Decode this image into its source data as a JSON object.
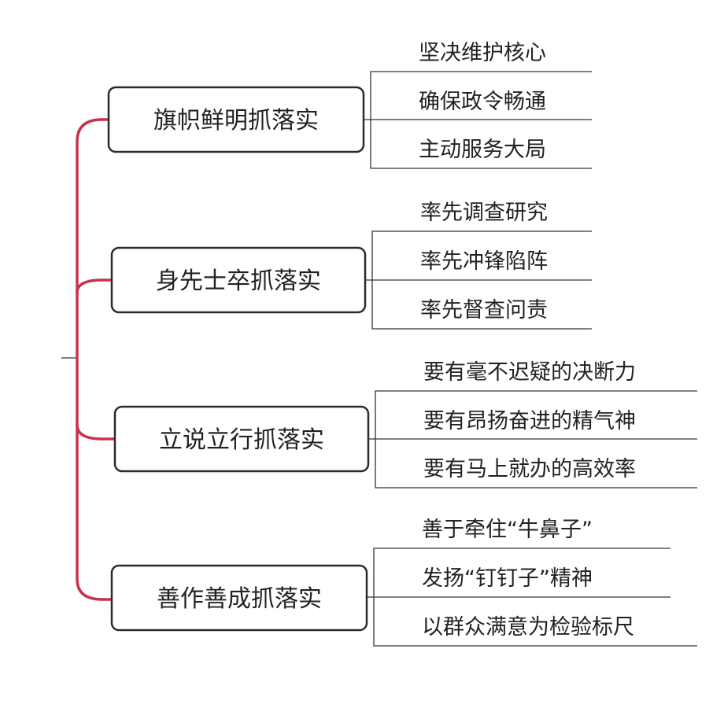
{
  "colors": {
    "bracket": "#c8314f",
    "box_border": "#2b2b2b",
    "text": "#222222",
    "branch_line": "#333333"
  },
  "groups": [
    {
      "label": "旗帜鲜明抓落实",
      "items": [
        "坚决维护核心",
        "确保政令畅通",
        "主动服务大局"
      ]
    },
    {
      "label": "身先士卒抓落实",
      "items": [
        "率先调查研究",
        "率先冲锋陷阵",
        "率先督查问责"
      ]
    },
    {
      "label": "立说立行抓落实",
      "items": [
        "要有毫不迟疑的决断力",
        "要有昂扬奋进的精气神",
        "要有马上就办的高效率"
      ]
    },
    {
      "label": "善作善成抓落实",
      "items": [
        "善于牵住“牛鼻子”",
        "发扬“钉钉子”精神",
        "以群众满意为检验标尺"
      ]
    }
  ]
}
